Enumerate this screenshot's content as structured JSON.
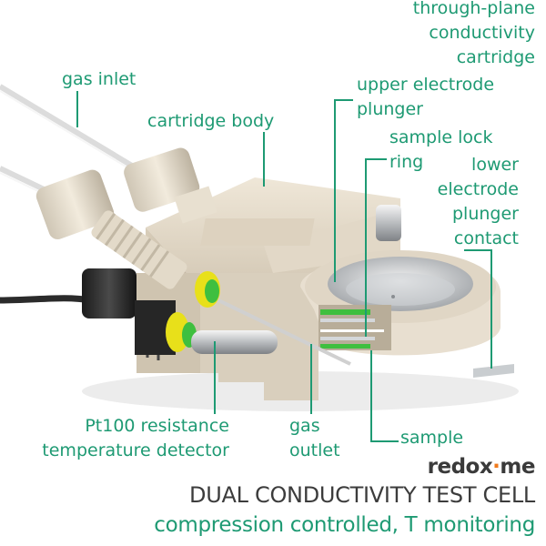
{
  "labels": {
    "through_plane": [
      "through-plane",
      "conductivity",
      "cartridge"
    ],
    "gas_inlet": "gas inlet",
    "cartridge_body": "cartridge body",
    "upper_electrode": [
      "upper electrode",
      "plunger"
    ],
    "sample_lock": [
      "sample lock",
      "ring"
    ],
    "lower_electrode": [
      "lower",
      "electrode",
      "plunger",
      "contact"
    ],
    "pt100": [
      "Pt100 resistance",
      "temperature detector"
    ],
    "gas_outlet": [
      "gas",
      "outlet"
    ],
    "sample": "sample"
  },
  "brand": {
    "main": "redox",
    "accent": "·",
    "tail": "me"
  },
  "title": "DUAL CONDUCTIVITY TEST CELL",
  "subtitle": "compression controlled, T monitoring",
  "colors": {
    "label_green": "#1e9a73",
    "body_beige": "#e6dccd",
    "cable_black": "#2b2b2b",
    "ring_yellow": "#e8e01a",
    "gasket_green": "#3fbf3f",
    "brand_orange": "#f07a1c"
  }
}
